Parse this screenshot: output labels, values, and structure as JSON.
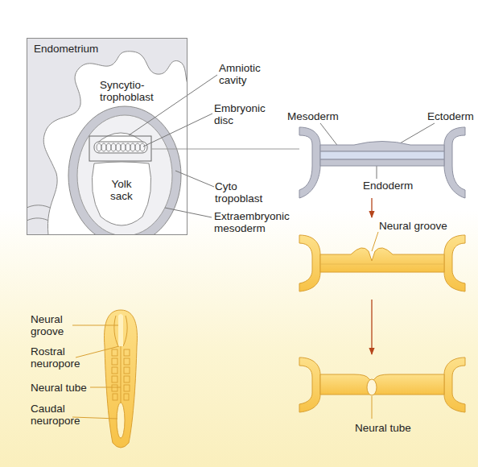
{
  "diagram": {
    "nodes": [
      {
        "text": [
          "Endometrium"
        ]
      },
      {
        "text": [
          "Yolk sack"
        ],
        "in": 0
      }
    ],
    "labels": [
      "Syncytio- trophoblast",
      "Amniotic cavity",
      "Embryonic disc",
      "Cyto tropoblast",
      "Extraembryonic mesoderm",
      "Mesoderm",
      "Ectoderm",
      "Endoderm",
      "Neural groove",
      "Neural tube",
      "Neural groove",
      "Rostral neuropore",
      "Neural tube",
      "Caudal neuropore"
    ]
  }
}
